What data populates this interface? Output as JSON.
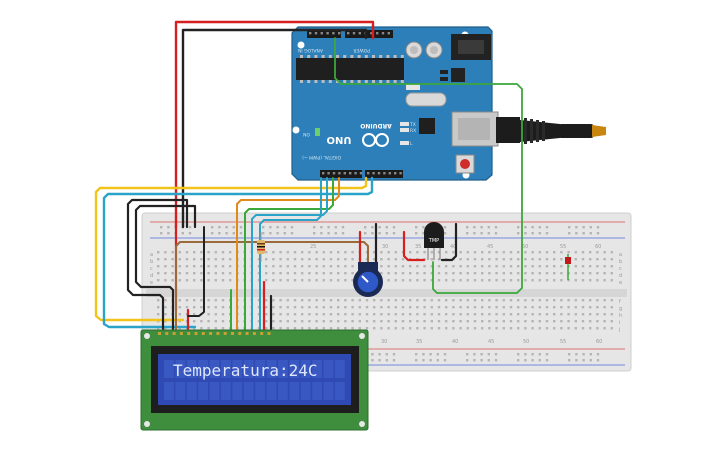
{
  "colors": {
    "arduino_board": "#2c7fb8",
    "breadboard": "#e6e6e6",
    "lcd_frame": "#3e8e3e",
    "lcd_screen": "#2f4bb3",
    "lcd_text": "#dfe6ff",
    "wire_red": "#d62020",
    "wire_black": "#222222",
    "wire_yellow": "#f2c31a",
    "wire_blue": "#2aa3c9",
    "wire_green": "#3aa83a",
    "wire_orange": "#e08a1e",
    "wire_brown": "#9a6a3a"
  },
  "arduino": {
    "brand": "ARDUINO",
    "model": "UNO",
    "analog_header": "ANALOG IN",
    "power_header": "POWER",
    "digital_header": "DIGITAL (PWM ~)",
    "tx_label": "TX",
    "rx_label": "RX",
    "l_label": "L",
    "on_label": "ON"
  },
  "sensor": {
    "label": "TMP"
  },
  "breadboard": {
    "columns_top": [
      "25",
      "30",
      "35",
      "40",
      "45",
      "50",
      "55",
      "60"
    ],
    "columns_bottom": [
      "30",
      "35",
      "40",
      "45",
      "50",
      "55",
      "60"
    ],
    "rows_top": [
      "a",
      "b",
      "c",
      "d",
      "e"
    ],
    "rows_bottom": [
      "f",
      "g",
      "h",
      "i",
      "j"
    ]
  },
  "lcd": {
    "line1": "Temperatura:24C",
    "line2": ""
  }
}
